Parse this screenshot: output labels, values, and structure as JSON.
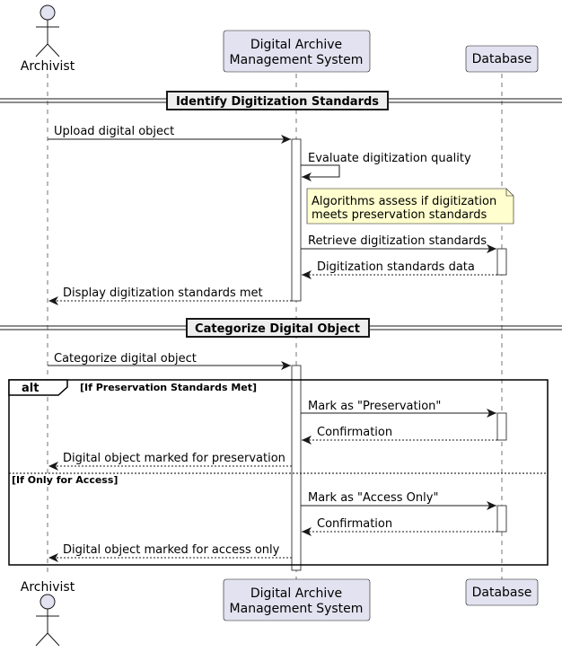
{
  "participants": {
    "archivist": "Archivist",
    "system_line1": "Digital Archive",
    "system_line2": "Management System",
    "database": "Database"
  },
  "dividers": {
    "identify": "Identify Digitization Standards",
    "categorize": "Categorize Digital Object"
  },
  "messages": {
    "m1": "Upload digital object",
    "m2": "Evaluate digitization quality",
    "m3": "Retrieve digitization standards",
    "m4": "Digitization standards data",
    "m5": "Display digitization standards met",
    "m6": "Categorize digital object",
    "m7": "Mark as \"Preservation\"",
    "m8": "Confirmation",
    "m9": "Digital object marked for preservation",
    "m10": "Mark as \"Access Only\"",
    "m11": "Confirmation",
    "m12": "Digital object marked for access only"
  },
  "note": {
    "line1": "Algorithms assess if digitization",
    "line2": "meets preservation standards"
  },
  "alt": {
    "label": "alt",
    "guard1": "[If Preservation Standards Met]",
    "guard2": "[If Only for Access]"
  },
  "colors": {
    "participant_fill": "#e2e2f0",
    "participant_stroke": "#181818",
    "note_fill": "#fefece",
    "divider_fill": "#eeeeee"
  }
}
